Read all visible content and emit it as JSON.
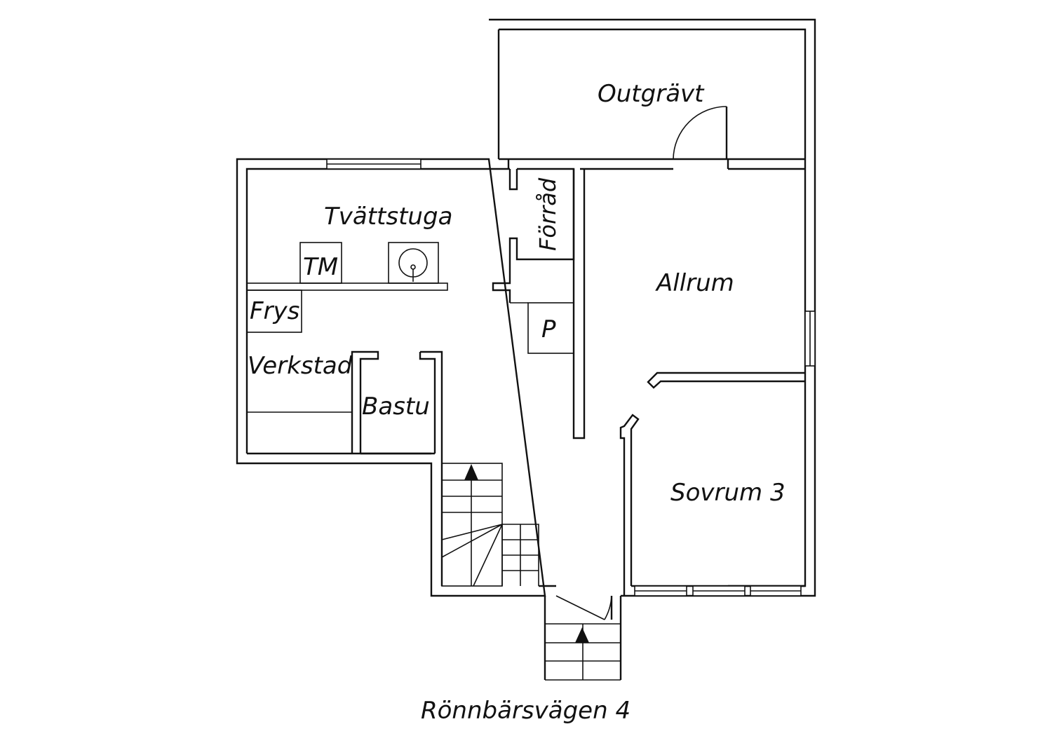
{
  "plan": {
    "rooms": {
      "outgravt": "Outgrävt",
      "tvattstuga": "Tvättstuga",
      "forrad": "Förråd",
      "allrum": "Allrum",
      "tm": "TM",
      "frys": "Frys",
      "p": "P",
      "verkstad": "Verkstad",
      "bastu": "Bastu",
      "sovrum3": "Sovrum 3"
    },
    "caption": "Rönnbärsvägen 4"
  },
  "colors": {
    "line": "#111111",
    "background": "#ffffff"
  },
  "icons": [
    "up-arrow-icon",
    "sink-icon",
    "door-swing-icon"
  ]
}
